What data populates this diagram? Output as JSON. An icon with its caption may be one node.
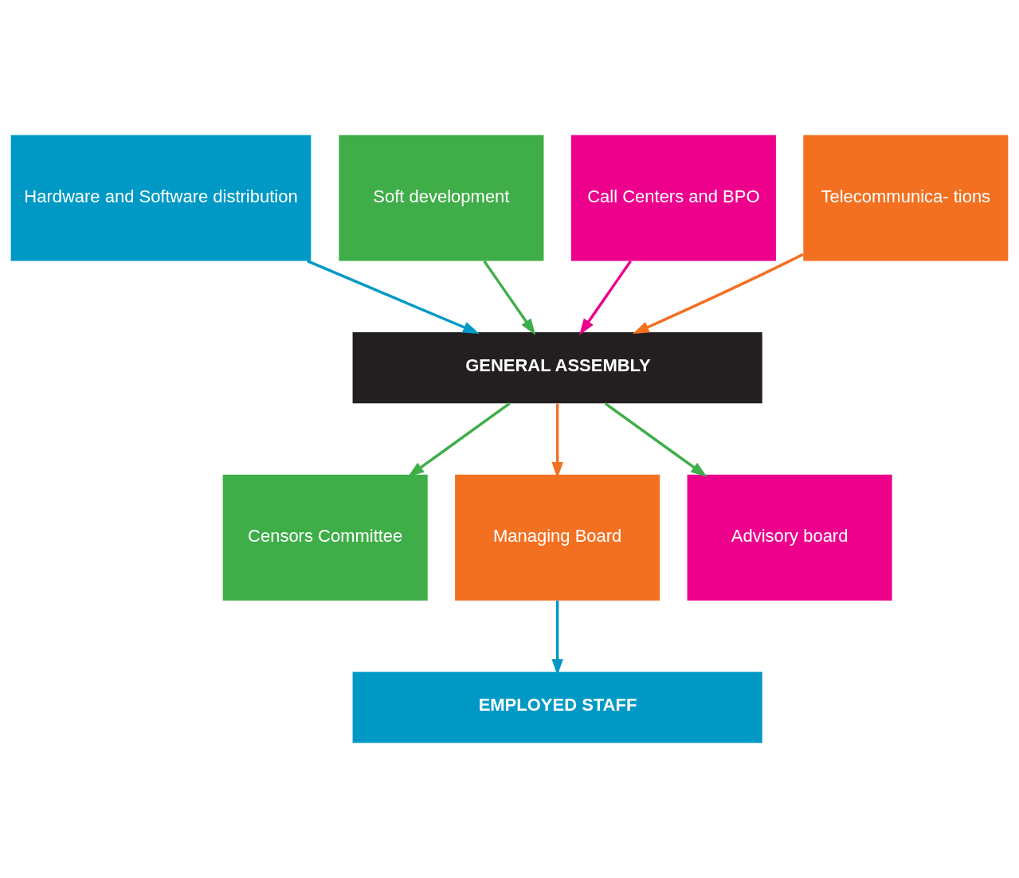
{
  "diagram": {
    "nodes": [
      {
        "text": [
          "Hardware and Software distribution"
        ]
      },
      {
        "text": [
          "Soft development"
        ]
      },
      {
        "text": [
          "Call Centers and BPO"
        ]
      },
      {
        "text": [
          "Telecommunica- tions"
        ]
      },
      {
        "text": [
          "GENERAL ASSEMBLY"
        ]
      },
      {
        "text": [
          "Censors Committee"
        ]
      },
      {
        "text": [
          "Managing Board"
        ]
      },
      {
        "text": [
          "Advisory board"
        ]
      },
      {
        "text": [
          "EMPLOYED STAFF"
        ]
      }
    ],
    "edges": [
      {
        "from": 0,
        "to": 4,
        "arrow": "to",
        "color": "#0099c6"
      },
      {
        "from": 1,
        "to": 4,
        "arrow": "to",
        "color": "#3fae49"
      },
      {
        "from": 2,
        "to": 4,
        "arrow": "to",
        "color": "#ec008c"
      },
      {
        "from": 3,
        "to": 4,
        "arrow": "to",
        "color": "#f37021"
      },
      {
        "from": 4,
        "to": 5,
        "arrow": "to",
        "color": "#3fae49"
      },
      {
        "from": 4,
        "to": 6,
        "arrow": "to",
        "color": "#f37021"
      },
      {
        "from": 4,
        "to": 7,
        "arrow": "to",
        "color": "#3fae49"
      },
      {
        "from": 6,
        "to": 8,
        "arrow": "to",
        "color": "#0099c6"
      }
    ]
  }
}
